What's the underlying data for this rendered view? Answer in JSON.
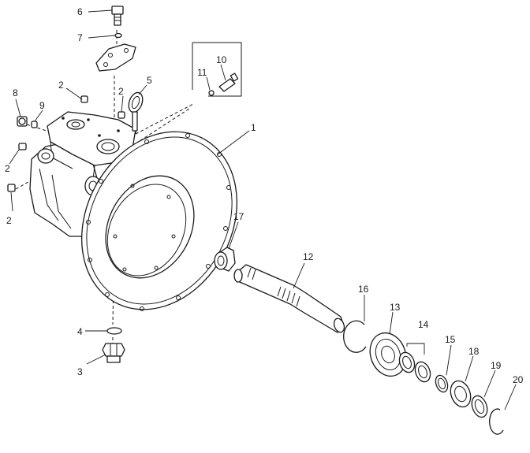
{
  "callouts": {
    "c1": "1",
    "c2a": "2",
    "c2b": "2",
    "c2c": "2",
    "c2d": "2",
    "c3": "3",
    "c4": "4",
    "c5": "5",
    "c6": "6",
    "c7": "7",
    "c8": "8",
    "c9": "9",
    "c10": "10",
    "c11": "11",
    "c12": "12",
    "c13": "13",
    "c14": "14",
    "c15": "15",
    "c16": "16",
    "c17": "17",
    "c18": "18",
    "c19": "19",
    "c20": "20"
  }
}
